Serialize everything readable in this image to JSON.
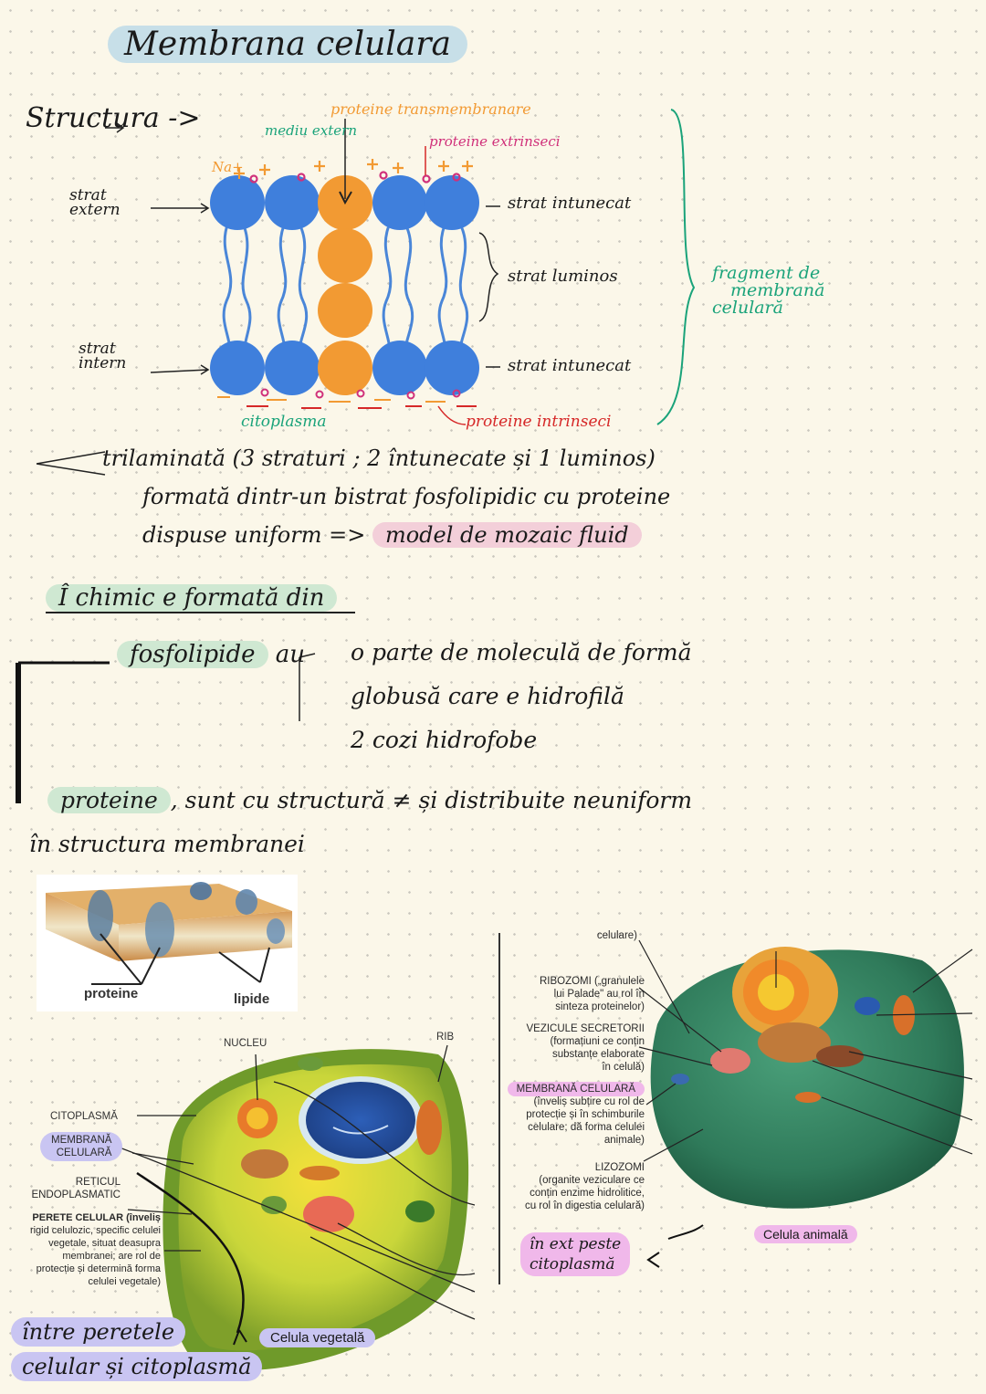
{
  "title": "Membrana celulara",
  "structure_label": "Structura ->",
  "diagram": {
    "mediu_extern": "mediu extern",
    "proteine_transmembranare": "proteine transmembranare",
    "proteine_extrinseci": "proteine extrinseci",
    "na_plus": "Na+",
    "strat_extern": "strat extern",
    "strat_intern": "strat intern",
    "strat_intunecat_top": "strat intunecat",
    "strat_luminos": "strat luminos",
    "strat_intunecat_bottom": "strat intunecat",
    "fragment": [
      "fragment de",
      "membrană",
      "celulară"
    ],
    "citoplasma": "citoplasma",
    "proteine_intrinseci": "proteine intrinseci",
    "colors": {
      "head": "#3f7fdc",
      "protein": "#f29a33",
      "tail": "#4a86d8",
      "green": "#1aa37a",
      "pink": "#d0307a",
      "red": "#d62828"
    }
  },
  "notes": {
    "line1": "trilaminată (3 straturi ; 2 întunecate și 1 luminos)",
    "line2": "formată dintr-un bistrat fosfolipidic cu proteine",
    "line3a": "dispuse uniform  =>",
    "line3b": "model de mozaic fluid",
    "chemic": "Î chimic e formată din",
    "fosfolipide": "fosfolipide",
    "au": "au",
    "fos_1": "o parte de moleculă de formă",
    "fos_2": "globusă care e hidrofilă",
    "fos_3": "2 cozi hidrofobe",
    "proteine": "proteine",
    "prot_text": ", sunt cu structură ≠ și distribuite neuniform",
    "prot_text2": "în structura membranei"
  },
  "figure_membrane": {
    "proteine": "proteine",
    "lipide": "lipide"
  },
  "figure_plant": {
    "nucleu": "NUCLEU",
    "rib": "RIB",
    "citoplasma": "CITOPLASMĂ",
    "membrana": [
      "MEMBRANĂ",
      "CELULARĂ"
    ],
    "reticul": [
      "RETICUL",
      "ENDOPLASMATIC"
    ],
    "perete": [
      "PERETE CELULAR (înveliș",
      "rigid celulozic, specific celulei",
      "vegetale, situat deasupra",
      "membranei; are rol de",
      "protecție și determină forma",
      "celulei vegetale)"
    ],
    "caption": "Celula vegetală",
    "note": [
      "între peretele",
      "celular și citoplasmă"
    ]
  },
  "figure_animal": {
    "celulare": "celulare)",
    "ribozomi": [
      "RIBOZOMI („granulele",
      "lui Palade\" au rol în",
      "sinteza proteinelor)"
    ],
    "vezicule": [
      "VEZICULE SECRETORII",
      "(formațiuni ce conțin",
      "substanțe elaborate",
      "în celulă)"
    ],
    "membrana": "MEMBRANĂ CELULARĂ",
    "membrana_desc": [
      "(înveliș subțire cu rol de",
      "protecție și în schimburile",
      "celulare; dă forma celulei",
      "animale)"
    ],
    "lizozomi": "LIZOZOMI",
    "lizozomi_desc": [
      "(organite veziculare ce",
      "conțin enzime hidrolitice,",
      "cu rol în digestia celulară)"
    ],
    "caption": "Celula animală",
    "note": [
      "în ext peste",
      "citoplasmă"
    ]
  }
}
